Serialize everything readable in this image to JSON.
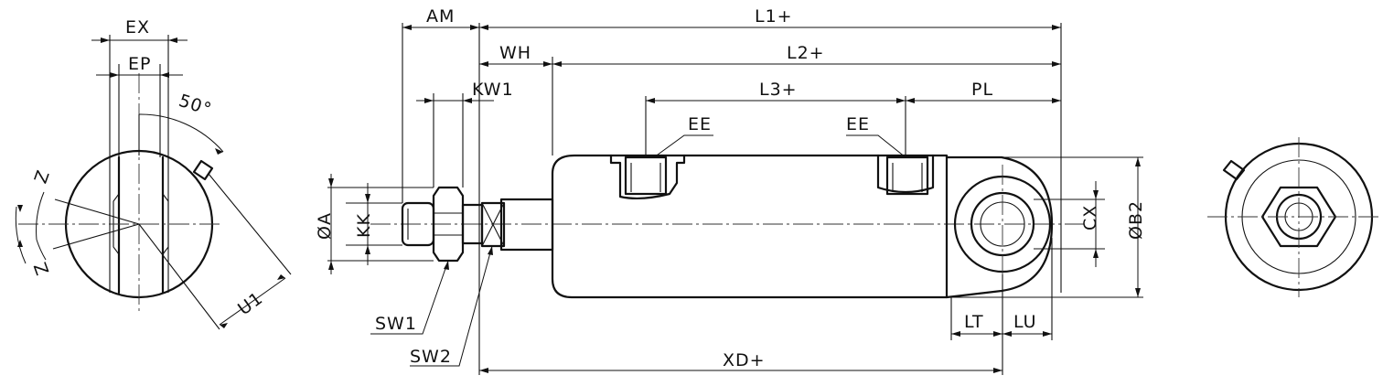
{
  "labels": {
    "ex": "EX",
    "ep": "EP",
    "angle": "50°",
    "z_top": "Z",
    "z_bottom": "Z",
    "u1": "U1",
    "am": "AM",
    "wh": "WH",
    "kw1": "KW1",
    "l1": "L1+",
    "l2": "L2+",
    "l3": "L3+",
    "pl": "PL",
    "ee_left": "EE",
    "ee_right": "EE",
    "dia_a": "ØA",
    "kk": "KK",
    "cx": "CX",
    "dia_b2": "ØB2",
    "lt": "LT",
    "lu": "LU",
    "sw1": "SW1",
    "sw2": "SW2",
    "xd": "XD+"
  }
}
